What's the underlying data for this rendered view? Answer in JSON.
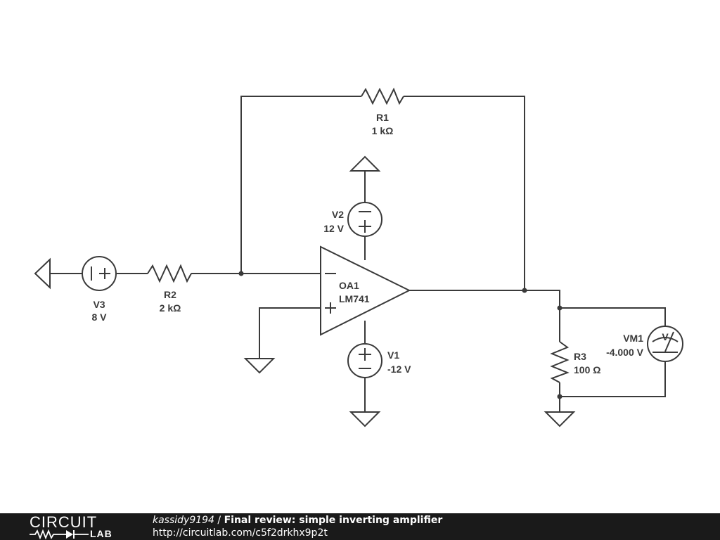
{
  "components": {
    "r1": {
      "name": "R1",
      "value": "1 kΩ"
    },
    "r2": {
      "name": "R2",
      "value": "2 kΩ"
    },
    "r3": {
      "name": "R3",
      "value": "100 Ω"
    },
    "v1": {
      "name": "V1",
      "value": "-12 V"
    },
    "v2": {
      "name": "V2",
      "value": "12 V"
    },
    "v3": {
      "name": "V3",
      "value": "8 V"
    },
    "oa1": {
      "name": "OA1",
      "value": "LM741"
    },
    "vm1": {
      "name": "VM1",
      "value": "-4.000 V",
      "glyph": "V"
    }
  },
  "opamp": {
    "minus": "−",
    "plus": "+"
  },
  "footer": {
    "logo_top": "CIRCUIT",
    "logo_bottom": "LAB",
    "author": "kassidy9194",
    "separator": " / ",
    "title": "Final review: simple inverting amplifier",
    "url": "http://circuitlab.com/c5f2drkhx9p2t"
  }
}
